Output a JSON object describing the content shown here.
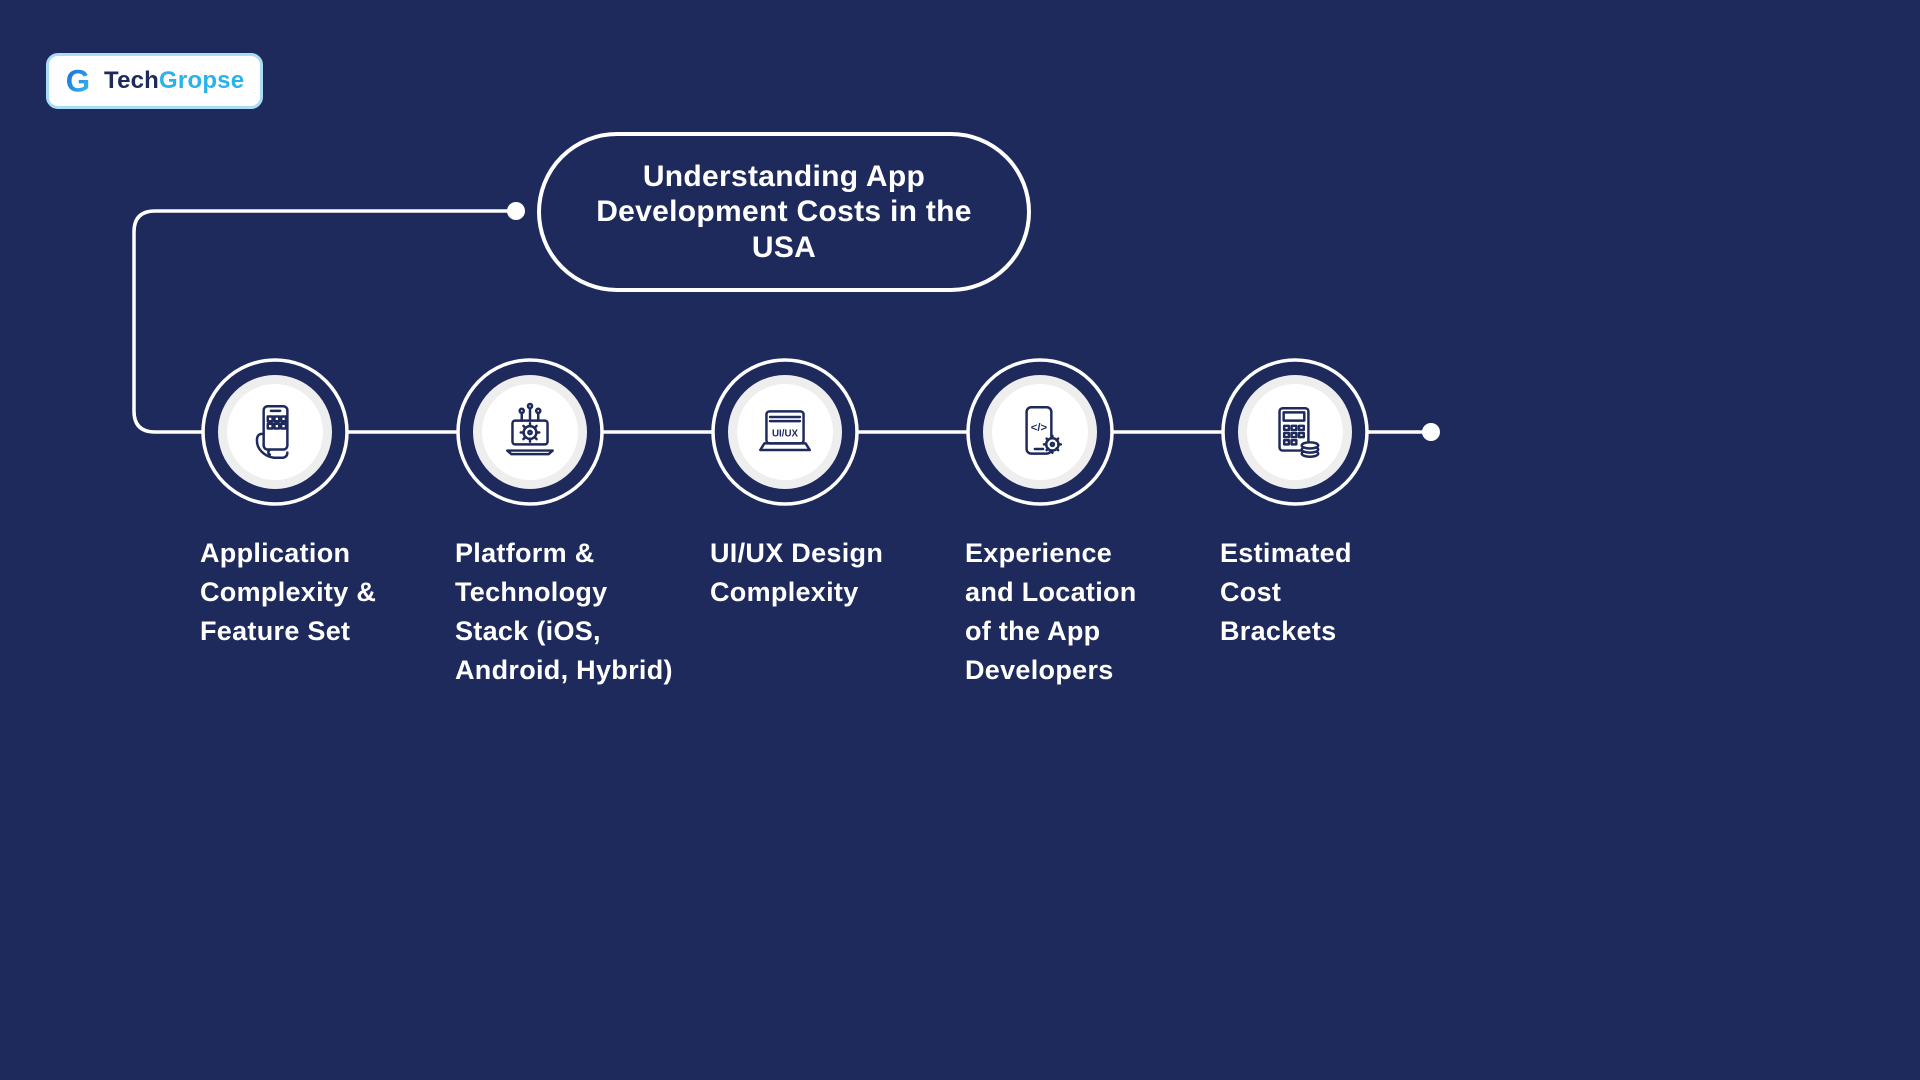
{
  "logo": {
    "monogram": "G",
    "brand_first": "Tech",
    "brand_second": "Gropse"
  },
  "title": "Understanding App\nDevelopment Costs in the\nUSA",
  "colors": {
    "background": "#1e2a5c",
    "line": "#ffffff",
    "accent_cyan": "#29b3e8",
    "icon_navy": "#1e2a5c"
  },
  "steps": [
    {
      "icon": "hand-holding-phone-icon",
      "label": "Application\nComplexity &\nFeature Set"
    },
    {
      "icon": "laptop-gear-icon",
      "label": "Platform &\nTechnology\nStack (iOS,\nAndroid, Hybrid)"
    },
    {
      "icon": "uiux-laptop-icon",
      "icon_text": "UI/UX",
      "label": "UI/UX Design\nComplexity"
    },
    {
      "icon": "phone-code-gear-icon",
      "icon_text": "</>",
      "label": "Experience\nand Location\nof the App\nDevelopers"
    },
    {
      "icon": "calculator-coins-icon",
      "label": "Estimated\nCost\nBrackets"
    }
  ]
}
